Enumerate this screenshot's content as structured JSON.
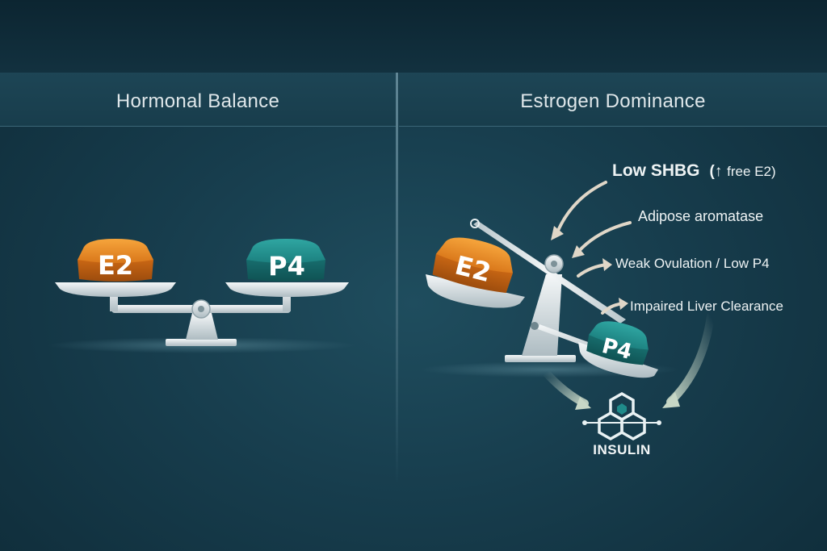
{
  "panels": {
    "left_title": "Hormonal Balance",
    "right_title": "Estrogen Dominance"
  },
  "weights": {
    "estrogen": "E2",
    "progesterone": "P4"
  },
  "factors": {
    "shbg_main": "Low SHBG",
    "shbg_arrow": "↑",
    "shbg_detail": "free E2)",
    "shbg_paren": "(",
    "adipose": "Adipose aromatase",
    "weak_ovulation": "Weak Ovulation / Low P4",
    "liver": "Impaired Liver Clearance"
  },
  "insulin": {
    "label": "INSULIN"
  },
  "colors": {
    "estrogen_orange": "#e8891f",
    "progesterone_teal": "#1f8b8a",
    "background": "#173d4d",
    "insulin_icon": "#e9f2f4"
  }
}
